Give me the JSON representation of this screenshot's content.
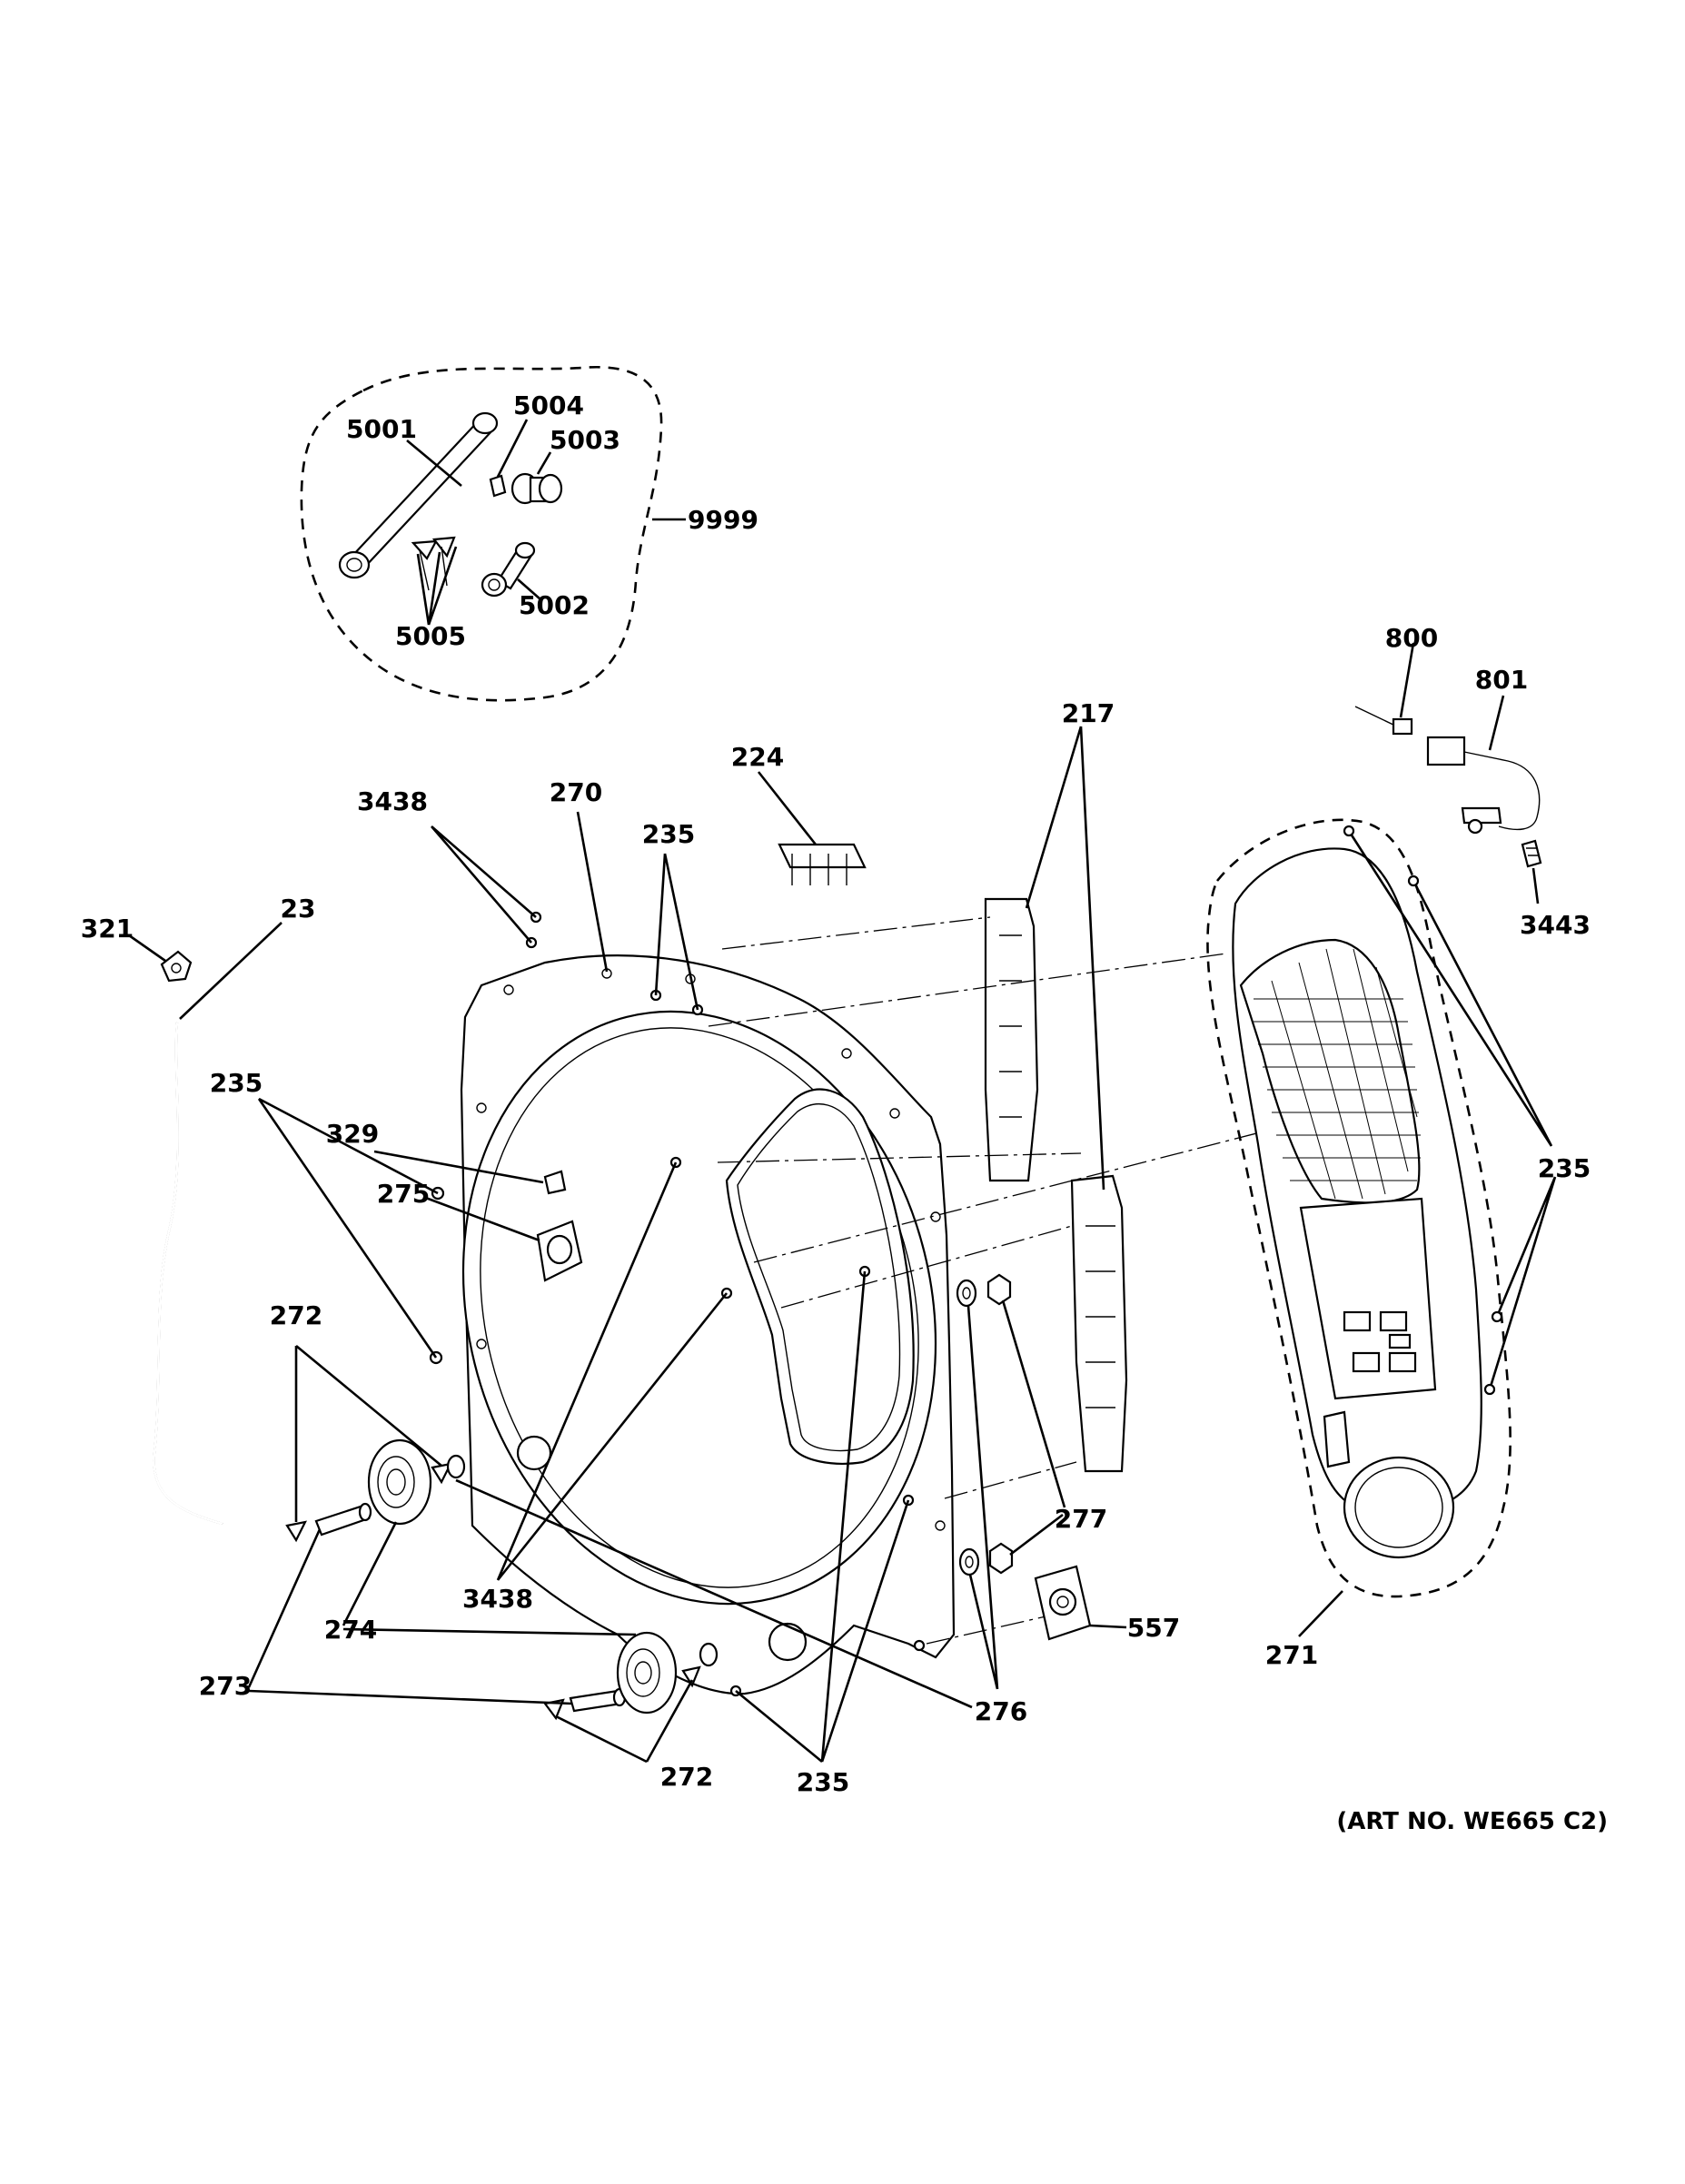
{
  "diagram": {
    "part_labels": [
      {
        "id": "label-5001",
        "text": "5001"
      },
      {
        "id": "label-5004",
        "text": "5004"
      },
      {
        "id": "label-5003",
        "text": "5003"
      },
      {
        "id": "label-9999",
        "text": "9999"
      },
      {
        "id": "label-5002",
        "text": "5002"
      },
      {
        "id": "label-5005",
        "text": "5005"
      },
      {
        "id": "label-800",
        "text": "800"
      },
      {
        "id": "label-801",
        "text": "801"
      },
      {
        "id": "label-3443",
        "text": "3443"
      },
      {
        "id": "label-217",
        "text": "217"
      },
      {
        "id": "label-224",
        "text": "224"
      },
      {
        "id": "label-3438-top",
        "text": "3438"
      },
      {
        "id": "label-270",
        "text": "270"
      },
      {
        "id": "label-235-top",
        "text": "235"
      },
      {
        "id": "label-321",
        "text": "321"
      },
      {
        "id": "label-23",
        "text": "23"
      },
      {
        "id": "label-235-left",
        "text": "235"
      },
      {
        "id": "label-329",
        "text": "329"
      },
      {
        "id": "label-275",
        "text": "275"
      },
      {
        "id": "label-272-left",
        "text": "272"
      },
      {
        "id": "label-274",
        "text": "274"
      },
      {
        "id": "label-273",
        "text": "273"
      },
      {
        "id": "label-3438-bottom",
        "text": "3438"
      },
      {
        "id": "label-272-bottom",
        "text": "272"
      },
      {
        "id": "label-235-bottom",
        "text": "235"
      },
      {
        "id": "label-276",
        "text": "276"
      },
      {
        "id": "label-277",
        "text": "277"
      },
      {
        "id": "label-557",
        "text": "557"
      },
      {
        "id": "label-235-right",
        "text": "235"
      },
      {
        "id": "label-271",
        "text": "271"
      }
    ],
    "art_number": "(ART NO. WE665 C2)"
  }
}
